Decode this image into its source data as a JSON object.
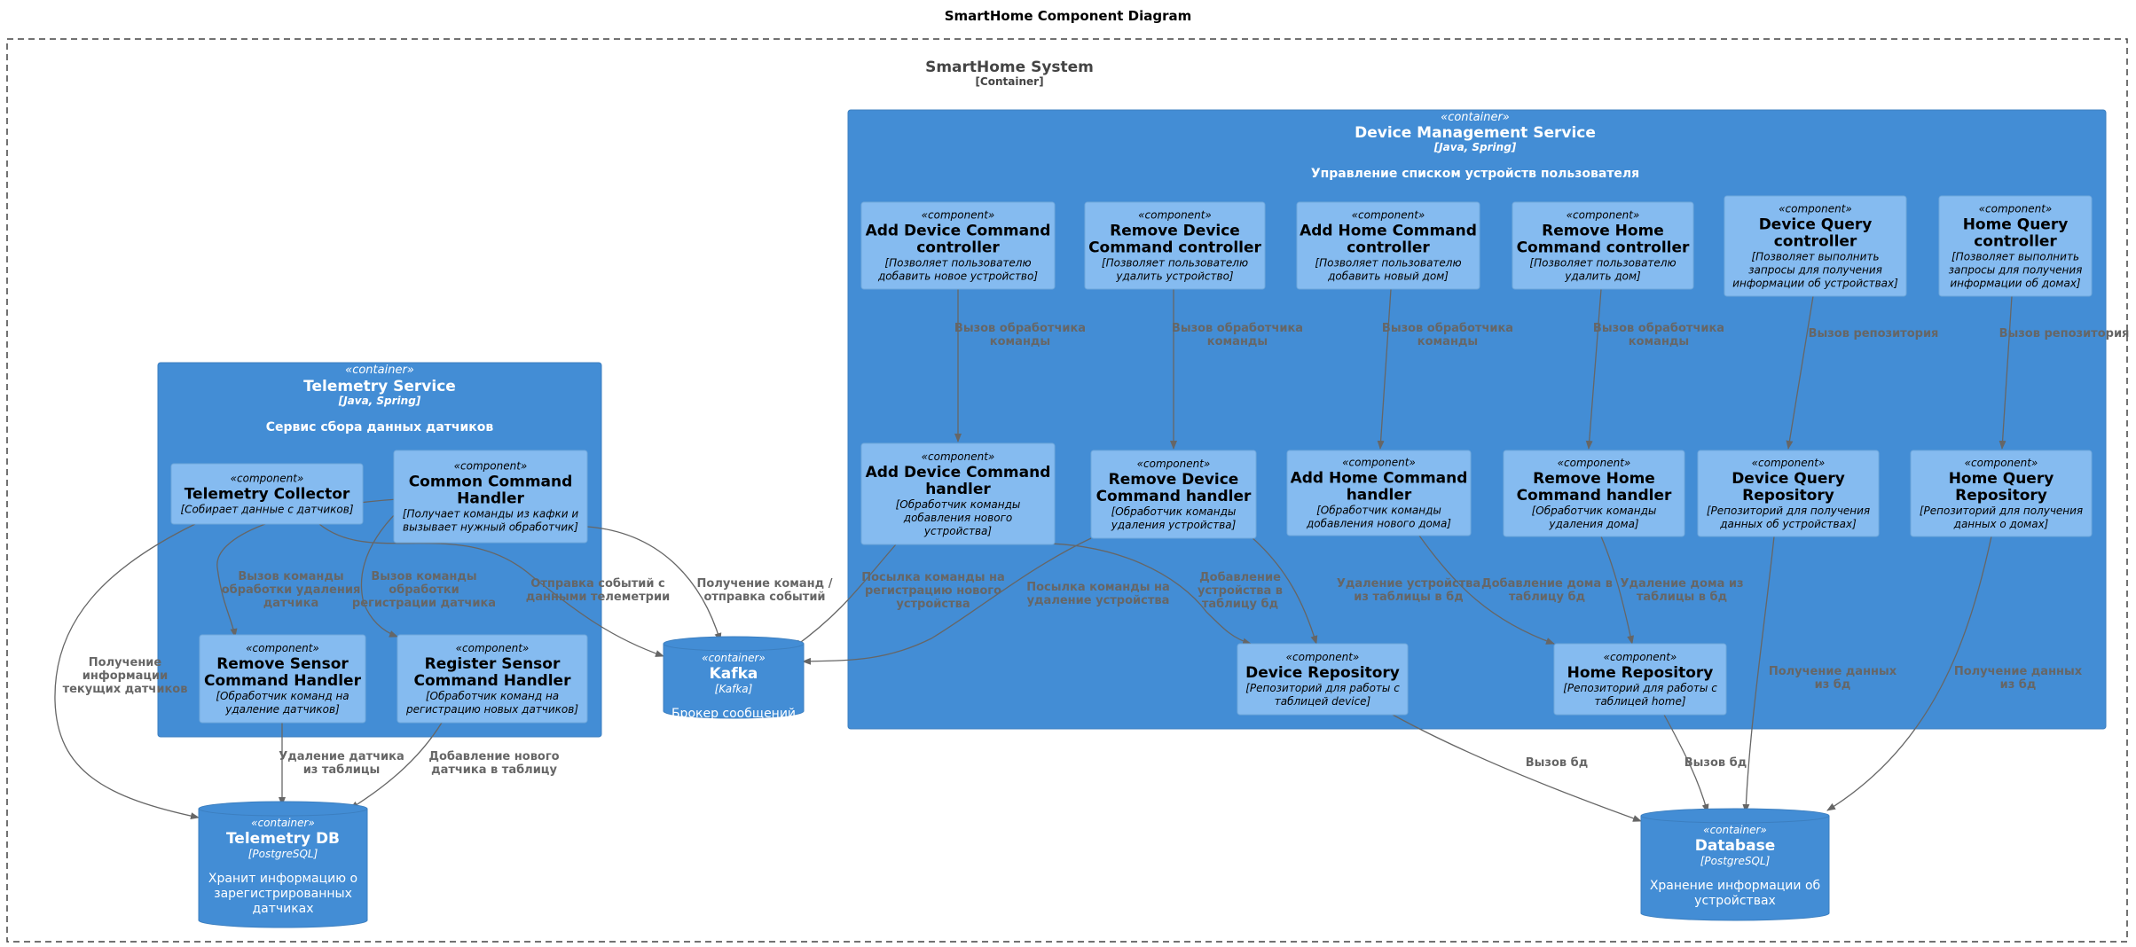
{
  "diagram_title": "SmartHome Component Diagram",
  "system": {
    "name": "SmartHome System",
    "type": "[Container]"
  },
  "containers": {
    "telemetry": {
      "stereotype": "«container»",
      "name": "Telemetry Service",
      "tech": "[Java, Spring]",
      "desc": "Сервис сбора данных датчиков"
    },
    "devmgmt": {
      "stereotype": "«container»",
      "name": "Device Management Service",
      "tech": "[Java, Spring]",
      "desc": "Управление списком устройств пользователя"
    }
  },
  "components": [
    {
      "id": "tel_collector",
      "stereotype": "«component»",
      "name": [
        "Telemetry Collector"
      ],
      "desc": [
        "[Собирает данные с датчиков]"
      ]
    },
    {
      "id": "common_cmd",
      "stereotype": "«component»",
      "name": [
        "Common Command",
        "Handler"
      ],
      "desc": [
        "[Получает команды из кафки и",
        "вызывает нужный обработчик]"
      ]
    },
    {
      "id": "remove_sensor",
      "stereotype": "«component»",
      "name": [
        "Remove Sensor",
        "Command Handler"
      ],
      "desc": [
        "[Обработчик команд на",
        "удаление датчиков]"
      ]
    },
    {
      "id": "register_sensor",
      "stereotype": "«component»",
      "name": [
        "Register Sensor",
        "Command Handler"
      ],
      "desc": [
        "[Обработчик команд на",
        "регистрацию новых датчиков]"
      ]
    },
    {
      "id": "add_dev_ctrl",
      "stereotype": "«component»",
      "name": [
        "Add Device Command",
        "controller"
      ],
      "desc": [
        "[Позволяет пользователю",
        "добавить новое устройство]"
      ]
    },
    {
      "id": "rem_dev_ctrl",
      "stereotype": "«component»",
      "name": [
        "Remove Device",
        "Command controller"
      ],
      "desc": [
        "[Позволяет пользователю",
        "удалить устройство]"
      ]
    },
    {
      "id": "add_home_ctrl",
      "stereotype": "«component»",
      "name": [
        "Add Home Command",
        "controller"
      ],
      "desc": [
        "[Позволяет пользователю",
        "добавить новый дом]"
      ]
    },
    {
      "id": "rem_home_ctrl",
      "stereotype": "«component»",
      "name": [
        "Remove Home",
        "Command controller"
      ],
      "desc": [
        "[Позволяет пользователю",
        "удалить дом]"
      ]
    },
    {
      "id": "dev_query_ctrl",
      "stereotype": "«component»",
      "name": [
        "Device Query",
        "controller"
      ],
      "desc": [
        "[Позволяет выполнить",
        "запросы для получения",
        "информации об устройствах]"
      ]
    },
    {
      "id": "home_query_ctrl",
      "stereotype": "«component»",
      "name": [
        "Home Query",
        "controller"
      ],
      "desc": [
        "[Позволяет выполнить",
        "запросы для получения",
        "информации об домах]"
      ]
    },
    {
      "id": "add_dev_handler",
      "stereotype": "«component»",
      "name": [
        "Add Device Command",
        "handler"
      ],
      "desc": [
        "[Обработчик команды",
        "добавления нового",
        "устройства]"
      ]
    },
    {
      "id": "rem_dev_handler",
      "stereotype": "«component»",
      "name": [
        "Remove Device",
        "Command handler"
      ],
      "desc": [
        "[Обработчик команды",
        "удаления устройства]"
      ]
    },
    {
      "id": "add_home_handler",
      "stereotype": "«component»",
      "name": [
        "Add Home Command",
        "handler"
      ],
      "desc": [
        "[Обработчик команды",
        "добавления нового дома]"
      ]
    },
    {
      "id": "rem_home_handler",
      "stereotype": "«component»",
      "name": [
        "Remove Home",
        "Command handler"
      ],
      "desc": [
        "[Обработчик команды",
        "удаления дома]"
      ]
    },
    {
      "id": "dev_query_repo",
      "stereotype": "«component»",
      "name": [
        "Device Query",
        "Repository"
      ],
      "desc": [
        "[Репозиторий для получения",
        "данных об устройствах]"
      ]
    },
    {
      "id": "home_query_repo",
      "stereotype": "«component»",
      "name": [
        "Home Query",
        "Repository"
      ],
      "desc": [
        "[Репозиторий для получения",
        "данных о домах]"
      ]
    },
    {
      "id": "dev_repo",
      "stereotype": "«component»",
      "name": [
        "Device Repository"
      ],
      "desc": [
        "[Репозиторий для работы с",
        "таблицей device]"
      ]
    },
    {
      "id": "home_repo",
      "stereotype": "«component»",
      "name": [
        "Home Repository"
      ],
      "desc": [
        "[Репозиторий для работы с",
        "таблицей home]"
      ]
    }
  ],
  "stores": [
    {
      "id": "kafka",
      "stereotype": "«container»",
      "name": "Kafka",
      "tech": "[Kafka]",
      "desc": [
        "Брокер сообщений"
      ]
    },
    {
      "id": "telemetry_db",
      "stereotype": "«container»",
      "name": "Telemetry DB",
      "tech": "[PostgreSQL]",
      "desc": [
        "Хранит информацию о",
        "зарегистрированных",
        "датчиках"
      ]
    },
    {
      "id": "database",
      "stereotype": "«container»",
      "name": "Database",
      "tech": "[PostgreSQL]",
      "desc": [
        "Хранение информации об",
        "устройствах"
      ]
    }
  ],
  "relations": [
    {
      "id": "r1",
      "label": [
        "Вызов команды",
        "обработки удаления",
        "датчика"
      ]
    },
    {
      "id": "r2",
      "label": [
        "Вызов команды",
        "обработки",
        "регистрации датчика"
      ]
    },
    {
      "id": "r3",
      "label": [
        "Отправка событий с",
        "данными телеметрии"
      ]
    },
    {
      "id": "r4",
      "label": [
        "Получение команд /",
        "отправка событий"
      ]
    },
    {
      "id": "r5",
      "label": [
        "Получение",
        "информации",
        "текущих датчиков"
      ]
    },
    {
      "id": "r6",
      "label": [
        "Удаление датчика",
        "из таблицы"
      ]
    },
    {
      "id": "r7",
      "label": [
        "Добавление нового",
        "датчика в таблицу"
      ]
    },
    {
      "id": "r8",
      "label": [
        "Вызов обработчика",
        "команды"
      ]
    },
    {
      "id": "r9",
      "label": [
        "Вызов обработчика",
        "команды"
      ]
    },
    {
      "id": "r10",
      "label": [
        "Вызов обработчика",
        "команды"
      ]
    },
    {
      "id": "r11",
      "label": [
        "Вызов обработчика",
        "команды"
      ]
    },
    {
      "id": "r12",
      "label": [
        "Вызов репозитория"
      ]
    },
    {
      "id": "r13",
      "label": [
        "Вызов репозитория"
      ]
    },
    {
      "id": "r14",
      "label": [
        "Посылка команды на",
        "регистрацию нового",
        "устройства"
      ]
    },
    {
      "id": "r15",
      "label": [
        "Посылка команды на",
        "удаление устройства"
      ]
    },
    {
      "id": "r16",
      "label": [
        "Добавление",
        "устройства в",
        "таблицу бд"
      ]
    },
    {
      "id": "r17",
      "label": [
        "Удаление устройства",
        "из таблицы в бд"
      ]
    },
    {
      "id": "r18",
      "label": [
        "Добавление дома в",
        "таблицу бд"
      ]
    },
    {
      "id": "r19",
      "label": [
        "Удаление дома из",
        "таблицы в бд"
      ]
    },
    {
      "id": "r20",
      "label": [
        "Получение данных",
        "из бд"
      ]
    },
    {
      "id": "r21",
      "label": [
        "Получение данных",
        "из бд"
      ]
    },
    {
      "id": "r22",
      "label": [
        "Вызов бд"
      ]
    },
    {
      "id": "r23",
      "label": [
        "Вызов бд"
      ]
    }
  ],
  "colors": {
    "container_fill": "#438DD5",
    "component_fill": "#85BBF0",
    "store_fill": "#438DD5",
    "arrow": "#666666",
    "label": "#666666",
    "boundary": "#444444"
  }
}
